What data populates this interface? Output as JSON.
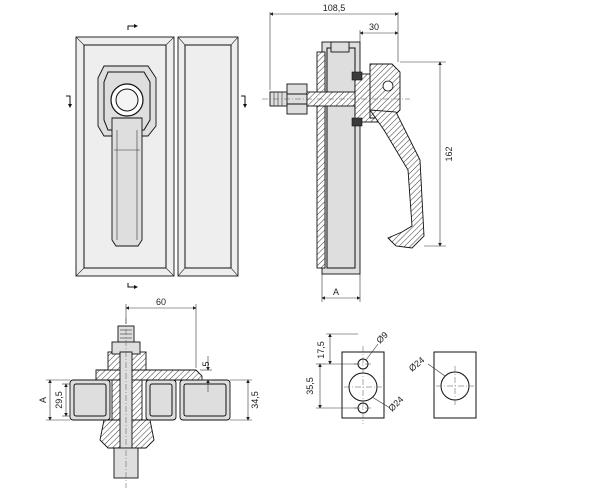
{
  "dimensions": {
    "overall_width": "108,5",
    "offset_30": "30",
    "height_162": "162",
    "depth_a_side": "A",
    "offset_60": "60",
    "gap_5": "5",
    "a_left": "A",
    "height_29_5": "29,5",
    "height_34_5": "34,5",
    "cutout_17_5": "17,5",
    "cutout_35_5": "35,5",
    "hole_9": "Ø9",
    "hole_24_left": "Ø24",
    "hole_24_right": "Ø24"
  }
}
